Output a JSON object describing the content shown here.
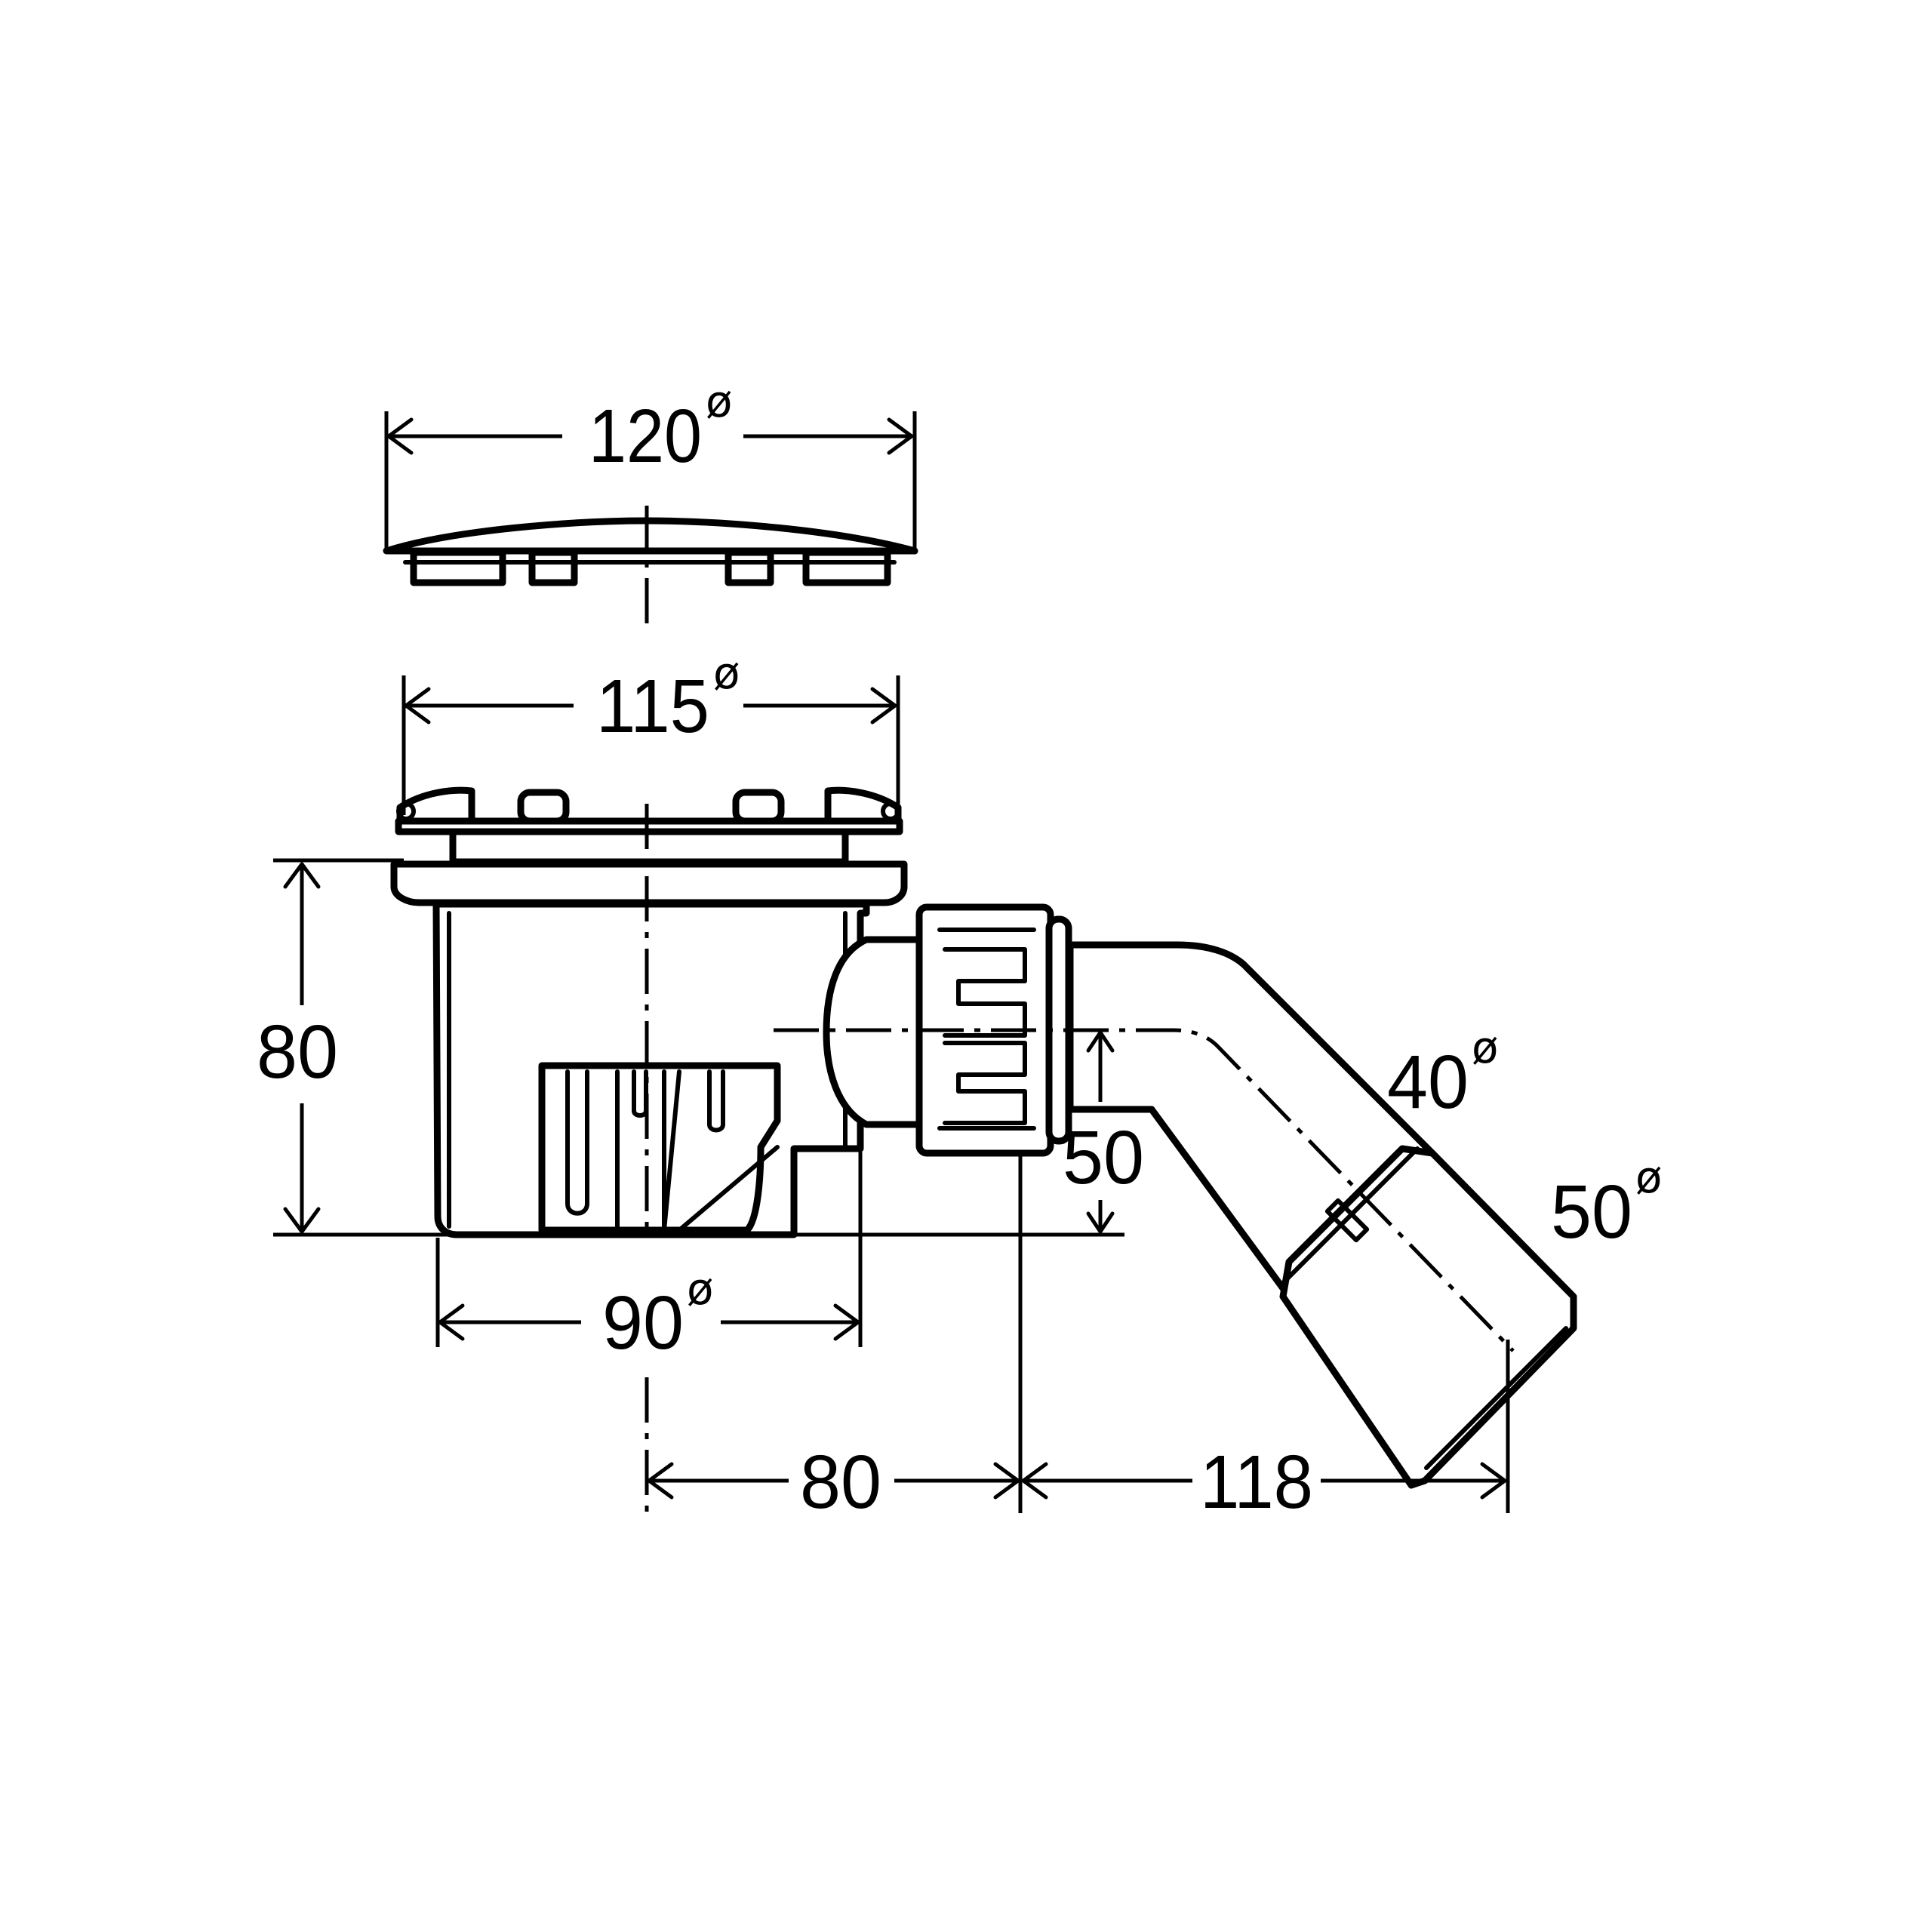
{
  "dimensions": {
    "cover_diameter": {
      "value": "120",
      "suffix": "ø"
    },
    "flange_diameter": {
      "value": "115",
      "suffix": "ø"
    },
    "body_height": {
      "value": "80"
    },
    "body_diameter": {
      "value": "90",
      "suffix": "ø"
    },
    "outlet_height": {
      "value": "50"
    },
    "outlet_inner_diameter": {
      "value": "40",
      "suffix": "ø"
    },
    "outlet_outer_diameter": {
      "value": "50",
      "suffix": "ø"
    },
    "center_to_nut": {
      "value": "80"
    },
    "nut_to_outlet": {
      "value": "118"
    }
  }
}
